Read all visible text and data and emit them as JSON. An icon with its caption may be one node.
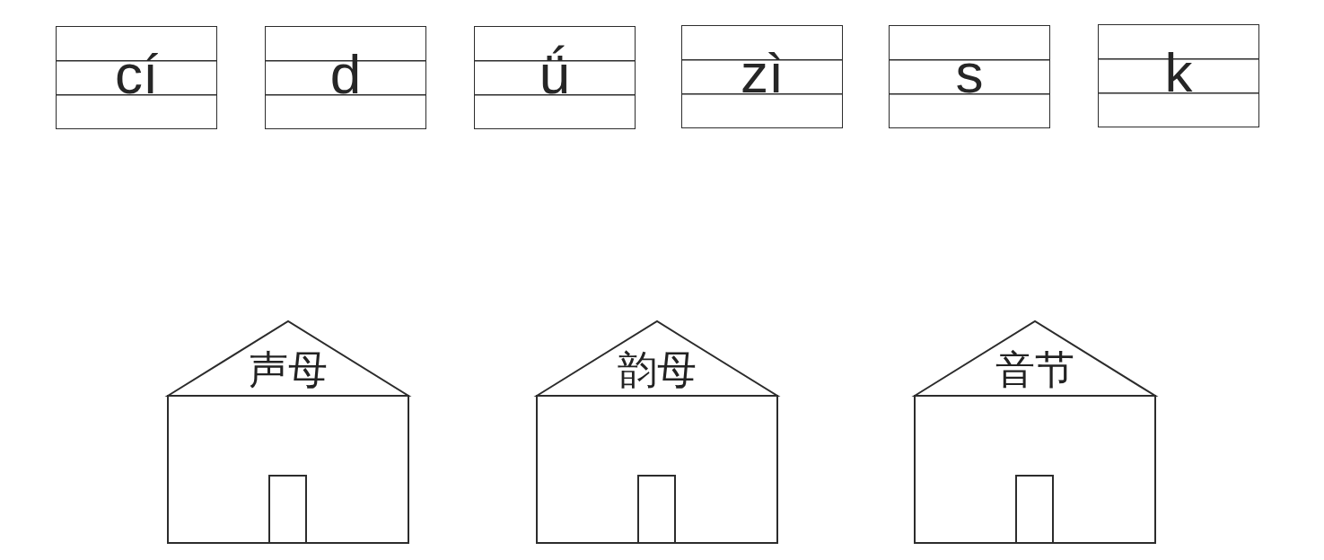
{
  "diagram": {
    "nodes": [
      {
        "text": [
          "cí"
        ]
      },
      {
        "text": [
          "d"
        ]
      },
      {
        "text": [
          "ǘ"
        ]
      },
      {
        "text": [
          "zì"
        ]
      },
      {
        "text": [
          "s"
        ]
      },
      {
        "text": [
          "k"
        ]
      },
      {
        "text": [
          "声母"
        ]
      },
      {
        "text": [
          "韵母"
        ]
      },
      {
        "text": [
          "音节"
        ]
      }
    ]
  }
}
